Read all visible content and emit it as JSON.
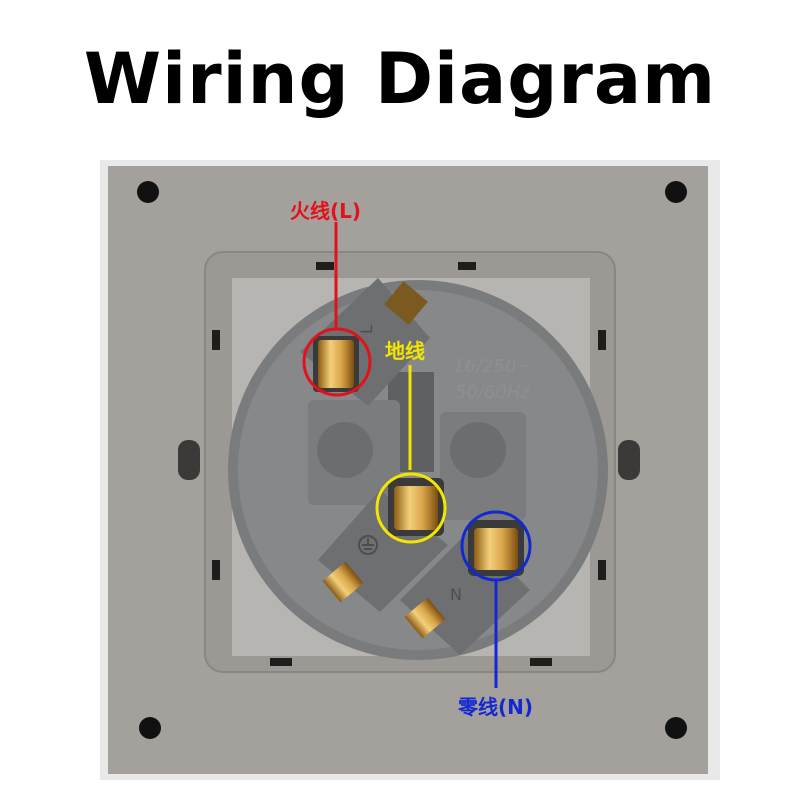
{
  "title": "Wiring Diagram",
  "socket": {
    "rating_line1": "16/250~",
    "rating_line2": "50/60Hz",
    "marks": {
      "live": "L",
      "neutral": "N"
    }
  },
  "wires": {
    "live": {
      "label": "火线(L)",
      "color": "#e2121b"
    },
    "earth": {
      "label": "地线",
      "color": "#f2e600"
    },
    "neutral": {
      "label": "零线(N)",
      "color": "#1428d2"
    }
  },
  "icons": {
    "earth_mark": "earth-ground-icon"
  }
}
